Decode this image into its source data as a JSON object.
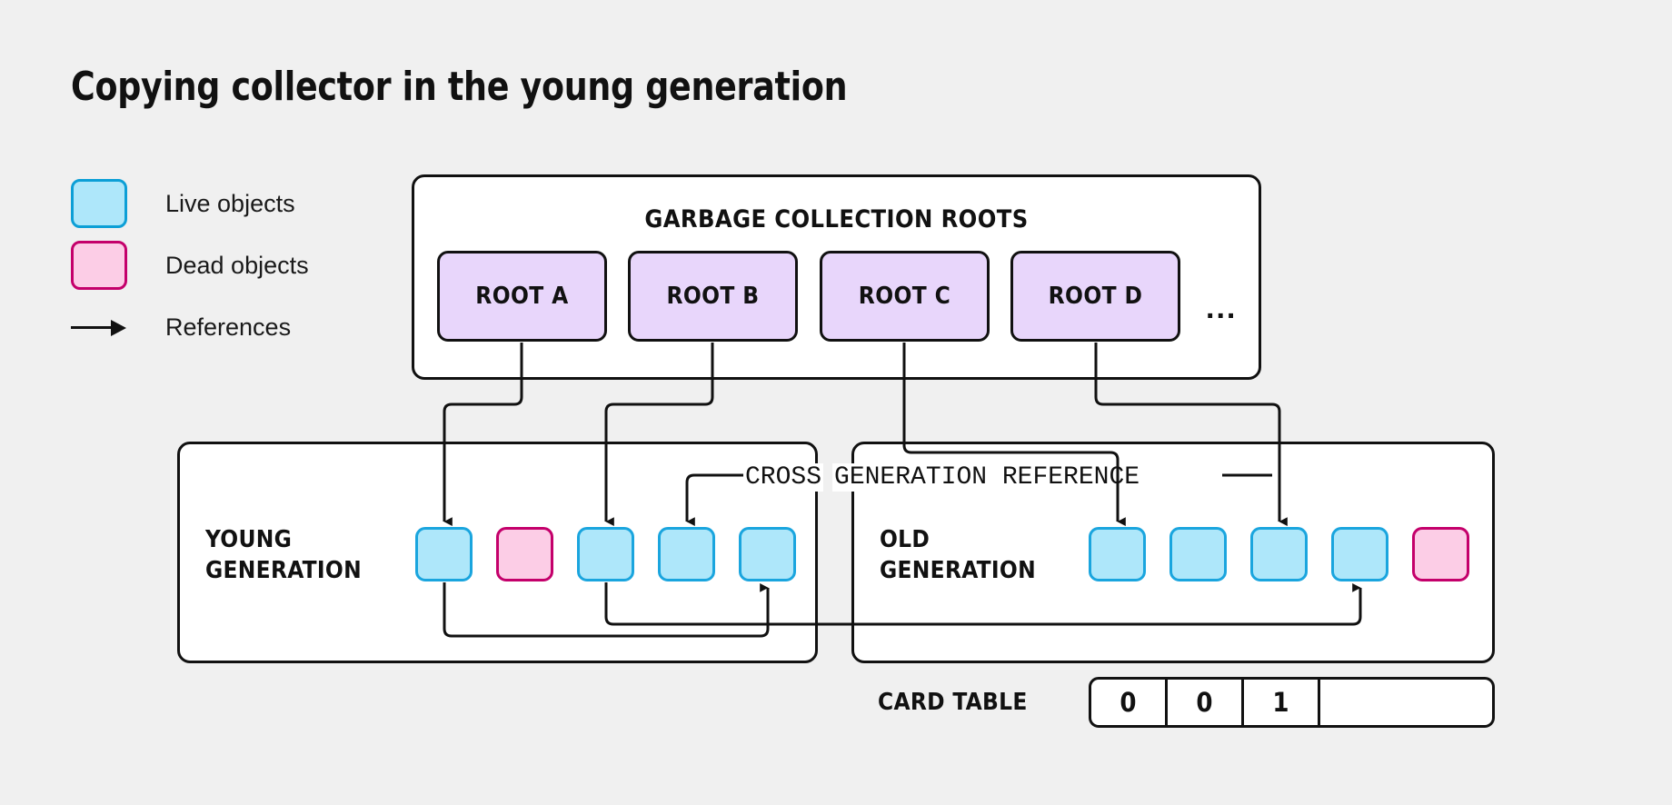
{
  "title": "Copying collector in the young generation",
  "legend": {
    "items": [
      {
        "label": "Live objects",
        "kind": "live-swatch",
        "fill": "#aee7fa",
        "stroke": "#0c9fd6"
      },
      {
        "label": "Dead objects",
        "kind": "dead-swatch",
        "fill": "#fccde6",
        "stroke": "#c4006b"
      },
      {
        "label": "References",
        "kind": "arrow-icon",
        "fill": "#111111",
        "stroke": "#111111"
      }
    ]
  },
  "gc_roots": {
    "title": "GARBAGE COLLECTION ROOTS",
    "roots": [
      {
        "label": "ROOT A"
      },
      {
        "label": "ROOT B"
      },
      {
        "label": "ROOT C"
      },
      {
        "label": "ROOT D"
      }
    ],
    "overflow": "...",
    "fill": "#e8d6fb",
    "stroke": "#111111"
  },
  "young_generation": {
    "label_line1": "YOUNG",
    "label_line2": "GENERATION",
    "objects": [
      {
        "state": "live"
      },
      {
        "state": "dead"
      },
      {
        "state": "live"
      },
      {
        "state": "live"
      },
      {
        "state": "live"
      }
    ]
  },
  "old_generation": {
    "label_line1": "OLD",
    "label_line2": "GENERATION",
    "objects": [
      {
        "state": "live"
      },
      {
        "state": "live"
      },
      {
        "state": "live"
      },
      {
        "state": "live"
      },
      {
        "state": "dead"
      }
    ]
  },
  "cross_gen_reference": {
    "text_part1": "CROSS",
    "text_part2": "GENERATION REFERENCE"
  },
  "card_table": {
    "label": "CARD TABLE",
    "cells": [
      "0",
      "0",
      "1",
      ""
    ]
  },
  "colors": {
    "background": "#f0f0f0",
    "panel": "#ffffff",
    "outline": "#111111",
    "live_fill": "#aee7fa",
    "live_stroke": "#1aa5de",
    "dead_fill": "#fccde6",
    "dead_stroke": "#c4006b",
    "root_fill": "#e8d6fb"
  }
}
